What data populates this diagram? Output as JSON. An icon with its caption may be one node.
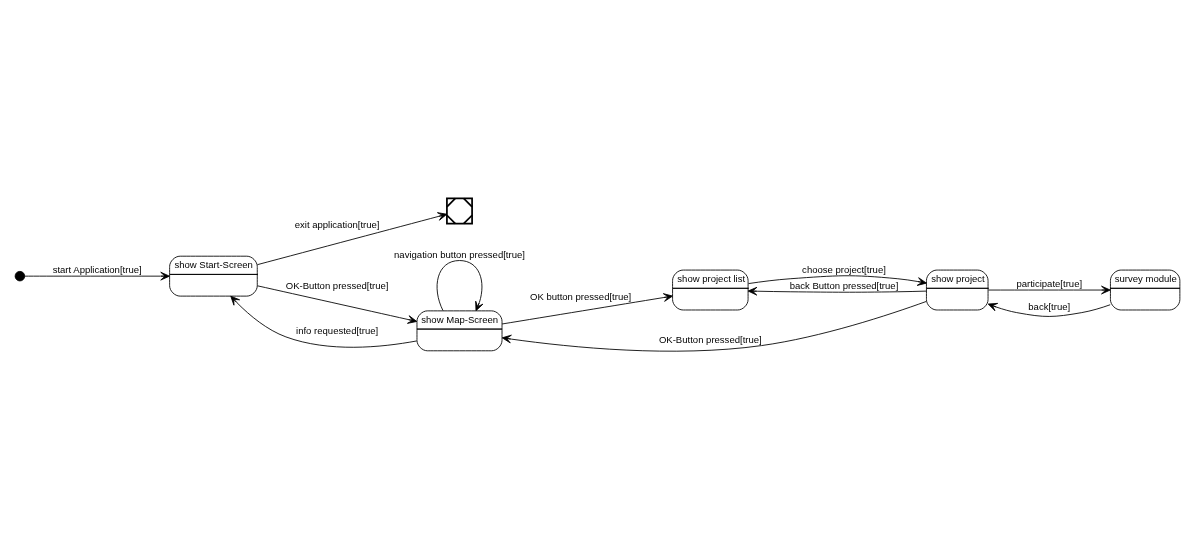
{
  "diagram": {
    "nodes": [
      {
        "text": [],
        "shape": "circle"
      },
      {
        "text": [
          "show Start-Screen"
        ]
      },
      {
        "text": [],
        "shape": "cross"
      },
      {
        "text": [
          "show Map-Screen"
        ]
      },
      {
        "text": [
          "show project list"
        ]
      },
      {
        "text": [
          "show project"
        ]
      },
      {
        "text": [
          "survey module"
        ]
      }
    ],
    "edges": [
      {
        "from": 0,
        "to": 1,
        "arrow": "to",
        "label": "start Application[true]"
      },
      {
        "from": 1,
        "to": 2,
        "arrow": "to",
        "label": "exit application[true]"
      },
      {
        "from": 1,
        "to": 3,
        "arrow": "to",
        "label": "OK-Button pressed[true]"
      },
      {
        "from": 3,
        "to": 1,
        "arrow": "to",
        "label": "info requested[true]"
      },
      {
        "from": 3,
        "to": 3,
        "arrow": "to",
        "label": "navigation button pressed[true]"
      },
      {
        "from": 3,
        "to": 4,
        "arrow": "to",
        "label": "OK button pressed[true]"
      },
      {
        "from": 4,
        "to": 5,
        "arrow": "to",
        "label": "choose project[true]"
      },
      {
        "from": 5,
        "to": 4,
        "arrow": "to",
        "label": "back Button pressed[true]"
      },
      {
        "from": 5,
        "to": 3,
        "arrow": "to",
        "label": "OK-Button pressed[true]"
      },
      {
        "from": 5,
        "to": 6,
        "arrow": "to",
        "label": "participate[true]"
      },
      {
        "from": 6,
        "to": 5,
        "arrow": "to",
        "label": "back[true]"
      }
    ]
  }
}
